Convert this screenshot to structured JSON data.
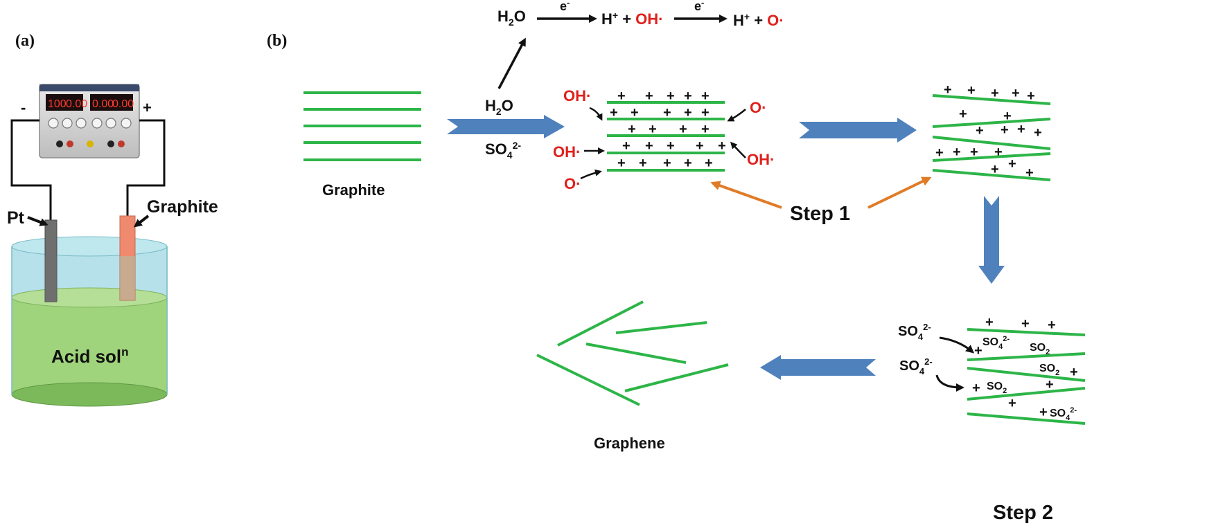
{
  "panel_a": {
    "label": "(a)",
    "terminal_minus": "-",
    "terminal_plus": "+",
    "display_1": "100",
    "display_2": "0.00",
    "display_3": "0.00",
    "display_4": "0.00",
    "electrode_left": "Pt",
    "electrode_right": "Graphite",
    "solution": "Acid sol",
    "solution_sup": "n"
  },
  "panel_b": {
    "label": "(b)",
    "reaction": {
      "water": "H",
      "water_sub": "2",
      "water_o": "O",
      "electron": "e",
      "electron_sup": "-",
      "h_plus": "H",
      "h_plus_sup": "+",
      "plus": " + ",
      "hydroxyl": "OH·",
      "oxygen": "O·"
    },
    "graphite_label": "Graphite",
    "arrow_top_label": "H",
    "arrow_top_sub": "2",
    "arrow_top_o": "O",
    "arrow_bottom_label": "SO",
    "arrow_bottom_sub": "4",
    "arrow_bottom_sup": "2-",
    "oh_radical": "OH·",
    "o_radical": "O·",
    "plus_sign": "+",
    "step1": "Step 1",
    "step2": "Step 2",
    "sulfate": "SO",
    "sulfate_sub": "4",
    "sulfate_sup": "2-",
    "so2": "SO",
    "so2_sub": "2",
    "graphene_label": "Graphene"
  },
  "colors": {
    "sheet": "#2db548",
    "process_arrow": "#4f81bd",
    "step_arrow": "#e07b27",
    "radical": "#e0201c",
    "solution": "#9fd47c",
    "beaker": "#a9dce6"
  }
}
